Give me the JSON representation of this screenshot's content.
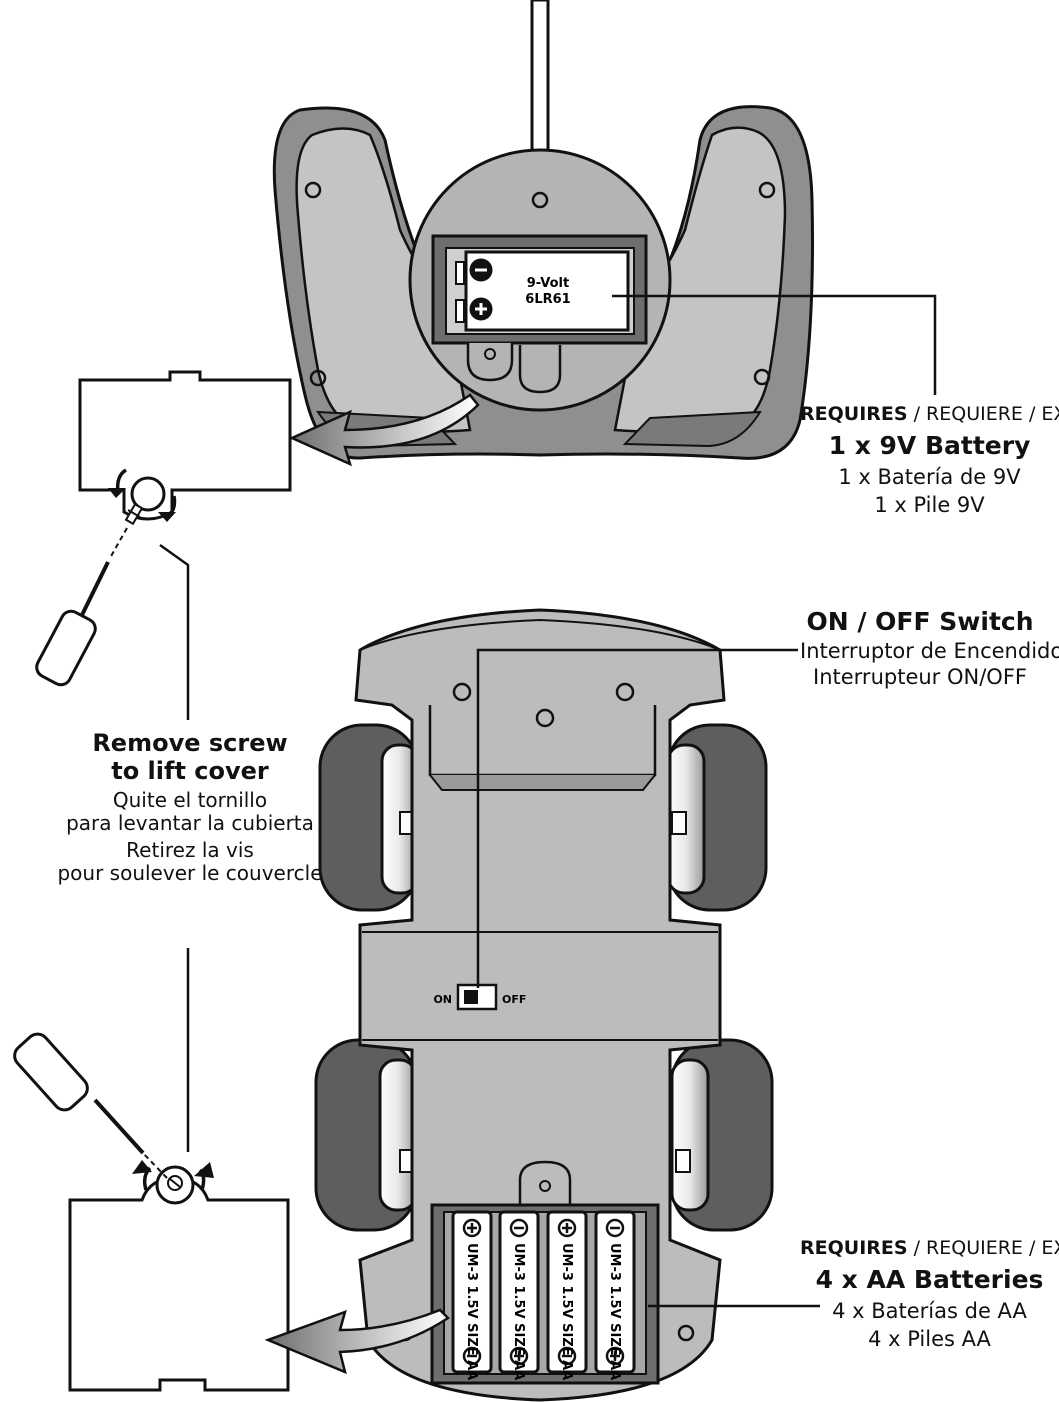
{
  "remote": {
    "battery_label_line1": "9-Volt",
    "battery_label_line2": "6LR61",
    "minus_symbol": "−",
    "plus_symbol": "+",
    "requires": {
      "en": "REQUIRES",
      "rest": "/ REQUIERE / EXIGE",
      "main": "1 x 9V Battery",
      "es": "1 x Batería de 9V",
      "fr": "1 x Pile 9V"
    }
  },
  "switch_callout": {
    "title": "ON / OFF Switch",
    "es": "Interruptor de Encendido",
    "fr": "Interrupteur ON/OFF",
    "on": "ON",
    "off": "OFF"
  },
  "screw_callout": {
    "title_line1": "Remove screw",
    "title_line2": "to lift cover",
    "es_line1": "Quite el tornillo",
    "es_line2": "para levantar la cubierta",
    "fr_line1": "Retirez la vis",
    "fr_line2": "pour soulever le couvercle"
  },
  "car": {
    "cell_labels": [
      "UM-3 1.5V SIZE AA",
      "UM-3 1.5V SIZE AA",
      "UM-3 1.5V SIZE AA",
      "UM-3 1.5V SIZE AA"
    ],
    "requires": {
      "en": "REQUIRES",
      "rest": "/ REQUIERE / EXIGE",
      "main": "4 x AA Batteries",
      "es": "4 x Baterías de AA",
      "fr": "4 x Piles AA"
    }
  },
  "colors": {
    "outline": "#111111",
    "body_gray": "#b8b8b8",
    "light_gray": "#dcdcdc",
    "dark_gray": "#7d7d7d",
    "tire": "#5e5e5e"
  }
}
